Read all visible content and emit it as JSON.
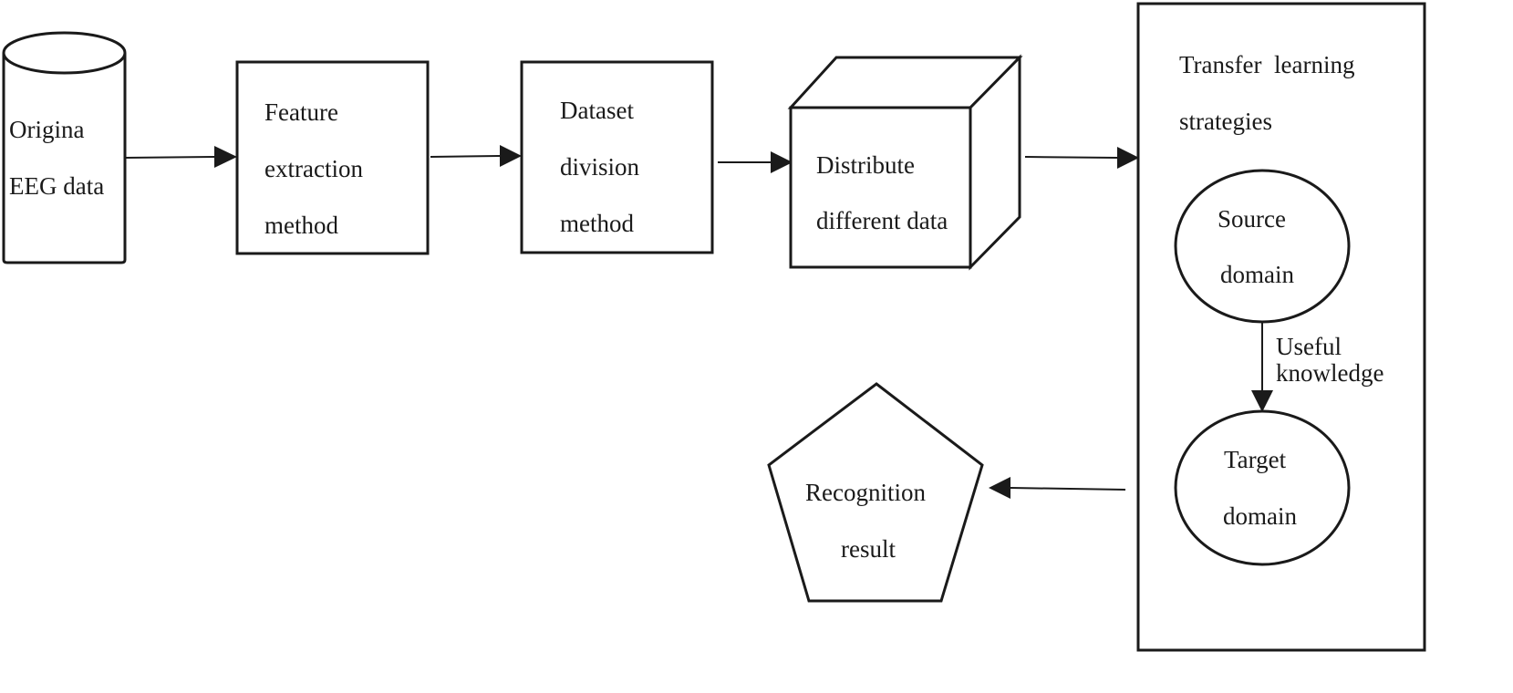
{
  "nodes": {
    "original_data": {
      "lines": [
        "Origina",
        "EEG data"
      ]
    },
    "feature_extraction": {
      "lines": [
        "Feature",
        "extraction",
        "method"
      ]
    },
    "dataset_division": {
      "lines": [
        "Dataset",
        "division",
        "method"
      ]
    },
    "distribute_data": {
      "lines": [
        "Distribute",
        "different data"
      ]
    },
    "transfer_learning": {
      "lines": [
        "Transfer  learning",
        "strategies"
      ]
    },
    "source_domain": {
      "lines": [
        "Source",
        "domain"
      ]
    },
    "target_domain": {
      "lines": [
        "Target",
        "domain"
      ]
    },
    "recognition_result": {
      "lines": [
        "Recognition",
        "result"
      ]
    }
  },
  "edges": {
    "useful_knowledge": {
      "lines": [
        "Useful",
        "knowledge"
      ]
    }
  },
  "colors": {
    "stroke": "#1a1a1a",
    "background": "#ffffff"
  }
}
